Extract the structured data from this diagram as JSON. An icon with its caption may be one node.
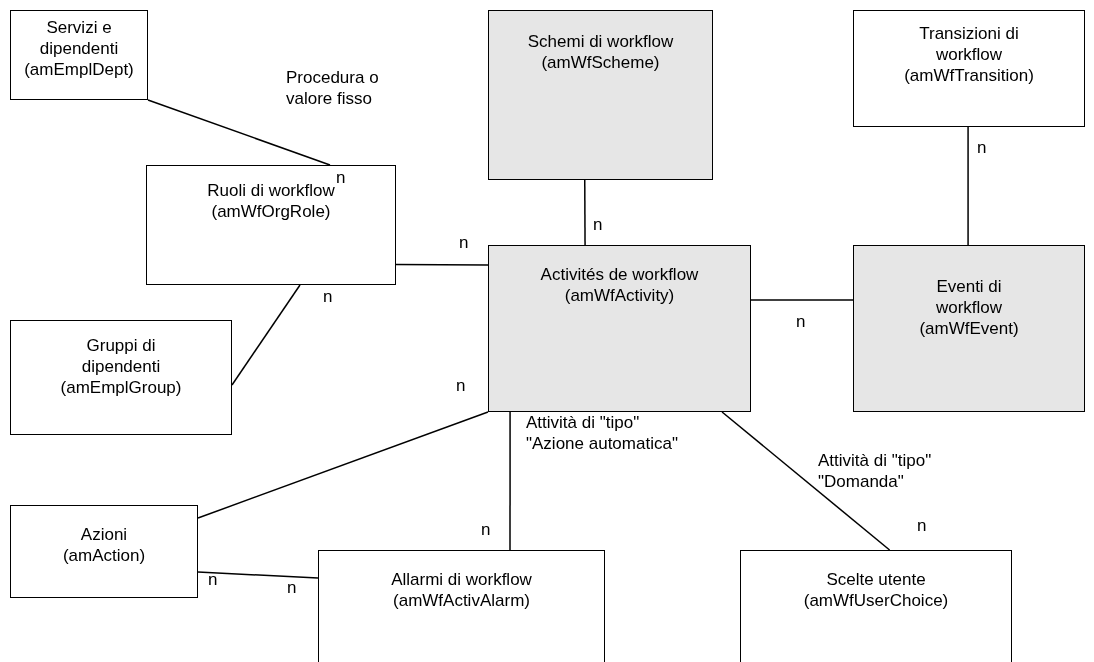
{
  "diagram": {
    "nodes": [
      {
        "text": [
          "Servizi e dipendenti",
          "(amEmplDept)"
        ]
      },
      {
        "text": [
          "Schemi di workflow",
          "(amWfScheme)"
        ]
      },
      {
        "text": [
          "Transizioni di workflow",
          "(amWfTransition)"
        ]
      },
      {
        "text": [
          "Ruoli di workflow",
          "(amWfOrgRole)"
        ]
      },
      {
        "text": [
          "Activités de workflow",
          "(amWfActivity)"
        ]
      },
      {
        "text": [
          "Eventi di workflow",
          "(amWfEvent)"
        ]
      },
      {
        "text": [
          "Gruppi di dipendenti",
          "(amEmplGroup)"
        ]
      },
      {
        "text": [
          "Azioni",
          "(amAction)"
        ]
      },
      {
        "text": [
          "Allarmi di workflow",
          "(amWfActivAlarm)"
        ]
      },
      {
        "text": [
          "Scelte utente",
          "(amWfUserChoice)"
        ]
      }
    ],
    "edges": [
      {
        "from": 0,
        "to": 3,
        "arrow": "none",
        "label": "Procedura o valore fisso"
      },
      {
        "from": 3,
        "to": 4,
        "arrow": "none"
      },
      {
        "from": 6,
        "to": 3,
        "arrow": "none"
      },
      {
        "from": 1,
        "to": 4,
        "arrow": "none"
      },
      {
        "from": 2,
        "to": 5,
        "arrow": "none"
      },
      {
        "from": 4,
        "to": 5,
        "arrow": "none"
      },
      {
        "from": 7,
        "to": 4,
        "arrow": "none"
      },
      {
        "from": 7,
        "to": 8,
        "arrow": "none"
      },
      {
        "from": 8,
        "to": 4,
        "arrow": "none",
        "label": "Attività di \"tipo\" \"Azione automatica\""
      },
      {
        "from": 4,
        "to": 9,
        "arrow": "none",
        "label": "Attività di \"tipo\" \"Domanda\""
      }
    ],
    "labels": [
      "n",
      "n",
      "n",
      "n",
      "n",
      "n",
      "n",
      "n",
      "n",
      "n",
      "n"
    ]
  }
}
